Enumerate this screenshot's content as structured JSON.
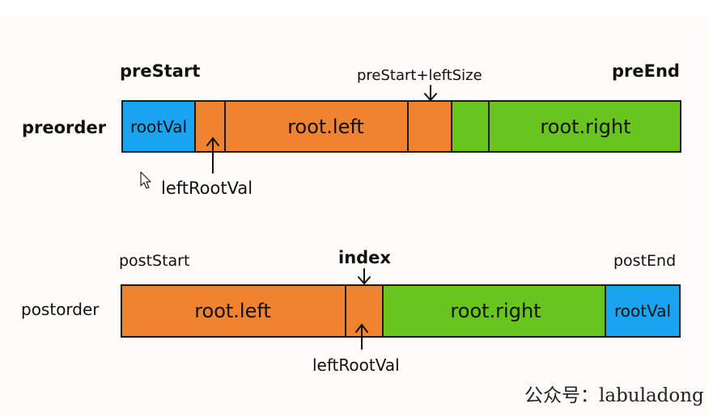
{
  "preorder": {
    "row_label": "preorder",
    "pre_start": "preStart",
    "pre_end": "preEnd",
    "split_label": "preStart+leftSize",
    "root_val": "rootVal",
    "root_left": "root.left",
    "root_right": "root.right",
    "left_root_val": "leftRootVal"
  },
  "postorder": {
    "row_label": "postorder",
    "post_start": "postStart",
    "post_end": "postEnd",
    "index_label": "index",
    "root_val": "rootVal",
    "root_left": "root.left",
    "root_right": "root.right",
    "left_root_val": "leftRootVal"
  },
  "watermark": "公众号：labuladong",
  "colors": {
    "root_val": "#1aa3ee",
    "left_subtree": "#f0832f",
    "right_subtree": "#67c51d"
  }
}
